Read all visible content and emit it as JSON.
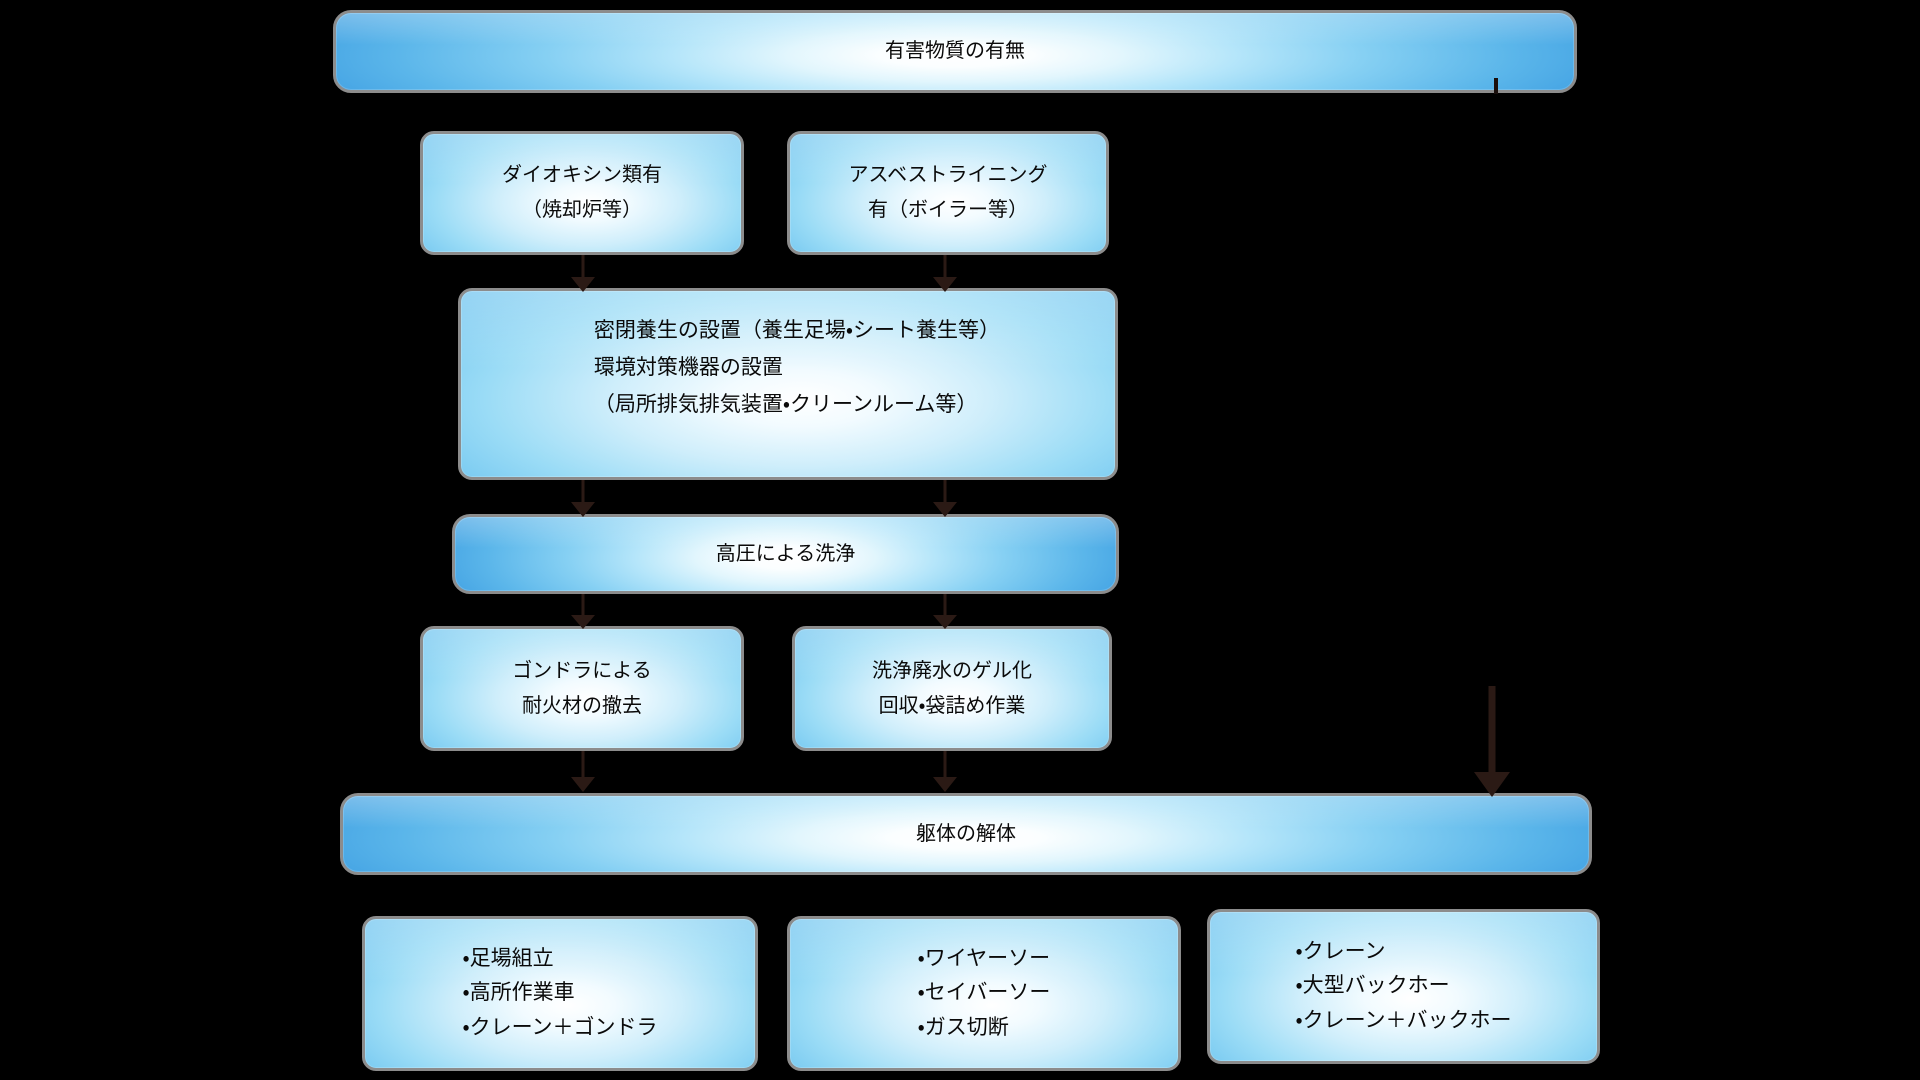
{
  "diagram": {
    "title": "有害物質の有無",
    "type": "flowchart",
    "background_color": "#000000",
    "box_border_color": "#8c8c8c",
    "box_fill_light": "#ffffff",
    "box_fill_blue": "#2f7ccb",
    "arrow_color": "#2b1a15",
    "text_color": "#0a0a0a"
  },
  "nodes": {
    "top": {
      "label": "有害物質の有無"
    },
    "dioxin": {
      "line1": "ダイオキシン類有",
      "line2": "（焼却炉等）"
    },
    "asbestos": {
      "line1": "アスベストライニング",
      "line2": "有（ボイラー等）"
    },
    "enclosure": {
      "line1": "密閉養生の設置（養生足場・シート養生等）",
      "line2": "環境対策機器の設置",
      "line3": "（局所排気排気装置・クリーンルーム等）"
    },
    "wash": {
      "label": "高圧による洗浄"
    },
    "gondola": {
      "line1": "ゴンドラによる",
      "line2": "耐火材の撤去"
    },
    "gel": {
      "line1": "洗浄廃水のゲル化",
      "line2": "回収・袋詰め作業"
    },
    "demolish": {
      "label": "躯体の解体"
    },
    "equipment_left": {
      "item1": "・足場組立",
      "item2": "・高所作業車",
      "item3": "・クレーン＋ゴンドラ"
    },
    "equipment_center": {
      "item1": "・ワイヤーソー",
      "item2": "・セイバーソー",
      "item3": "・ガス切断"
    },
    "equipment_right": {
      "item1": "・クレーン",
      "item2": "・大型バックホー",
      "item3": "・クレーン＋バックホー"
    }
  },
  "connectors": [
    {
      "name": "dioxin-to-enclosure",
      "from": "dioxin",
      "to": "enclosure"
    },
    {
      "name": "asbestos-to-enclosure",
      "from": "asbestos",
      "to": "enclosure"
    },
    {
      "name": "enclosure-to-wash-left",
      "from": "enclosure",
      "to": "wash"
    },
    {
      "name": "enclosure-to-wash-right",
      "from": "enclosure",
      "to": "wash"
    },
    {
      "name": "wash-to-gondola",
      "from": "wash",
      "to": "gondola"
    },
    {
      "name": "wash-to-gel",
      "from": "wash",
      "to": "gel"
    },
    {
      "name": "gondola-to-demolish",
      "from": "gondola",
      "to": "demolish"
    },
    {
      "name": "gel-to-demolish",
      "from": "gel",
      "to": "demolish"
    },
    {
      "name": "top-to-demolish-bypass",
      "from": "top",
      "to": "demolish"
    }
  ]
}
